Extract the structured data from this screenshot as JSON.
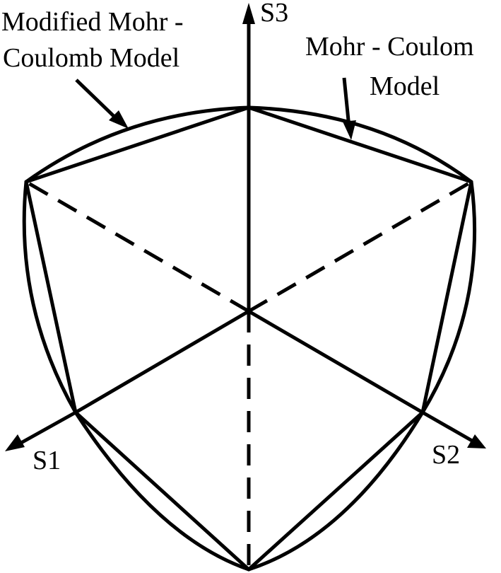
{
  "diagram": {
    "labels": {
      "modified_line1": "Modified Mohr -",
      "modified_line2": "Coulomb Model",
      "mc_line1": "Mohr - Coulom",
      "mc_line2": "Model",
      "s1": "S1",
      "s2": "S2",
      "s3": "S3"
    },
    "colors": {
      "line": "#000000",
      "background": "#ffffff"
    }
  }
}
